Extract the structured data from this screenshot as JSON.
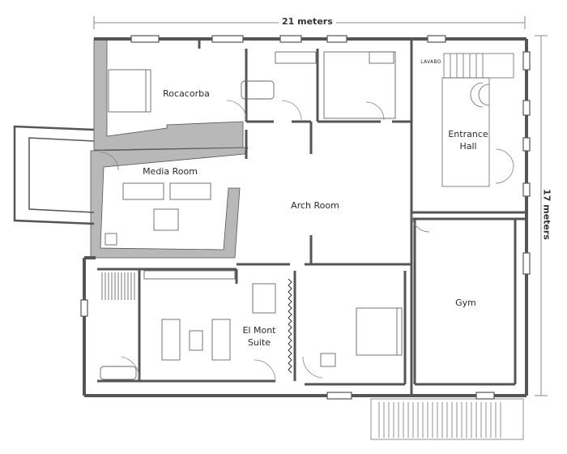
{
  "dimensions": {
    "width": "21 meters",
    "height": "17 meters"
  },
  "rooms": {
    "rocacorba": "Rocacorba",
    "media_room": "Media Room",
    "arch_room": "Arch Room",
    "entrance_hall": "Entrance\nHall",
    "gym": "Gym",
    "el_mont_suite": "El Mont\nSuite"
  },
  "fixtures": {
    "lavabo": "LAVABO"
  },
  "colors": {
    "wall": "#b8b8b8",
    "wall_stroke": "#555555",
    "line": "#666666",
    "curtain": "#333333"
  }
}
